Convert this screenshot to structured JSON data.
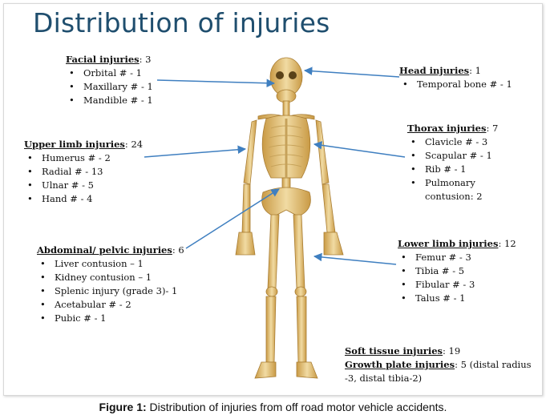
{
  "title": "Distribution of injuries",
  "facial": {
    "name": "Facial injuries",
    "count": ": 3",
    "items": [
      "Orbital # - 1",
      "Maxillary # - 1",
      "Mandible # - 1"
    ]
  },
  "head": {
    "name": "Head injuries",
    "count": ": 1",
    "items": [
      "Temporal bone # - 1"
    ]
  },
  "upper": {
    "name": "Upper limb injuries",
    "count": ": 24",
    "items": [
      "Humerus # - 2",
      "Radial # - 13",
      "Ulnar # - 5",
      "Hand # - 4"
    ]
  },
  "thorax": {
    "name": "Thorax injuries",
    "count": ": 7",
    "items": [
      "Clavicle # - 3",
      "Scapular # - 1",
      "Rib # - 1",
      "Pulmonary contusion: 2"
    ]
  },
  "abdominal": {
    "name": "Abdominal/ pelvic injuries",
    "count": ": 6",
    "items": [
      "Liver contusion – 1",
      "Kidney contusion – 1",
      "Splenic injury (grade 3)- 1",
      "Acetabular # - 2",
      "Pubic # - 1"
    ]
  },
  "lower": {
    "name": "Lower limb injuries",
    "count": ": 12",
    "items": [
      "Femur # - 3",
      "Tibia # - 5",
      "Fibular # - 3",
      "Talus # - 1"
    ]
  },
  "soft": {
    "name": "Soft tissue injuries",
    "count": ": 19"
  },
  "growth": {
    "name": "Growth plate injuries",
    "count": ": 5 (distal radius -3, distal tibia-2)"
  },
  "caption": {
    "label": "Figure 1:",
    "text": " Distribution of injuries from off road motor vehicle accidents."
  },
  "colors": {
    "title": "#1f4e6e",
    "arrow": "#3f7fc0",
    "bone": "#e3c27a"
  },
  "icons": {
    "figure": "skeleton-illustration"
  }
}
